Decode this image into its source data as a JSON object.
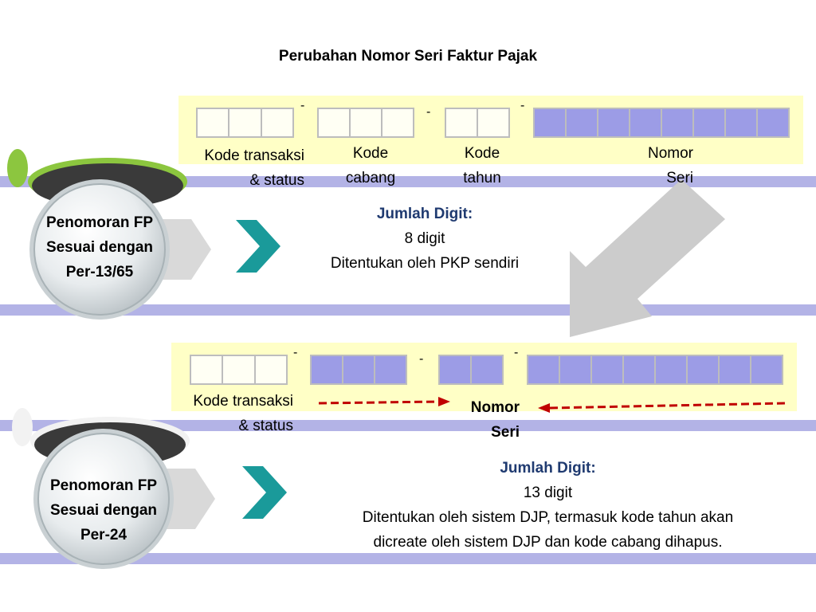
{
  "title": "Perubahan Nomor Seri Faktur Pajak",
  "colors": {
    "stripe": "#b3b3e6",
    "panel": "#ffffc6",
    "empty_cell": "#fffff4",
    "filled_cell": "#9c9ce6",
    "cell_border": "#bdbdbd",
    "chevron": "#1a9a9a",
    "heading": "#1f3a70",
    "arrow_red": "#c00000",
    "big_arrow": "#cccccc",
    "tab_green": "#8cc63f"
  },
  "old_format": {
    "separators": [
      "-",
      "-",
      "-"
    ],
    "groups": [
      {
        "label_lines": [
          "Kode transaksi",
          "& status"
        ],
        "cells": 3,
        "filled": false
      },
      {
        "label_lines": [
          "Kode",
          "cabang"
        ],
        "cells": 3,
        "filled": false
      },
      {
        "label_lines": [
          "Kode",
          "tahun"
        ],
        "cells": 2,
        "filled": false
      },
      {
        "label_lines": [
          "Nomor",
          "Seri"
        ],
        "cells": 8,
        "filled": true
      }
    ],
    "circle_lines": [
      "Penomoran FP",
      "Sesuai dengan",
      "Per-13/65"
    ],
    "info": {
      "heading": "Jumlah Digit:",
      "lines": [
        "8 digit",
        "Ditentukan oleh PKP sendiri"
      ]
    }
  },
  "new_format": {
    "separators": [
      "-",
      "-",
      "-"
    ],
    "groups": [
      {
        "label_lines": [
          "Kode transaksi",
          "& status"
        ],
        "cells": 3,
        "filled": false
      },
      {
        "cells": 3,
        "filled": true
      },
      {
        "cells": 2,
        "filled": true
      },
      {
        "cells": 8,
        "filled": true
      }
    ],
    "serial_label_lines": [
      "Nomor",
      "Seri"
    ],
    "circle_lines": [
      "Penomoran FP",
      "Sesuai dengan",
      "Per-24"
    ],
    "info": {
      "heading": "Jumlah Digit:",
      "lines": [
        "13 digit",
        "Ditentukan oleh sistem DJP, termasuk kode tahun akan",
        "dicreate oleh sistem DJP dan kode cabang dihapus."
      ]
    }
  }
}
